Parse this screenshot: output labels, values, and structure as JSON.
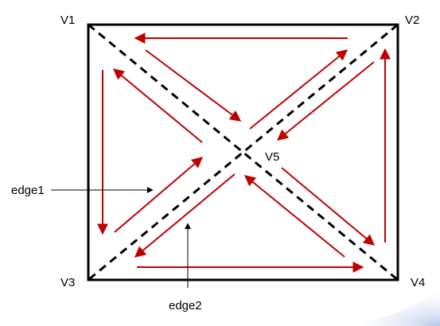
{
  "vertices": {
    "v1": "V1",
    "v2": "V2",
    "v3": "V3",
    "v4": "V4",
    "v5": "V5"
  },
  "annotations": {
    "edge1": "edge1",
    "edge2": "edge2"
  },
  "colors": {
    "arrow": "#c00000",
    "stroke": "#000000",
    "corner_glow": "#c8d3ea"
  }
}
